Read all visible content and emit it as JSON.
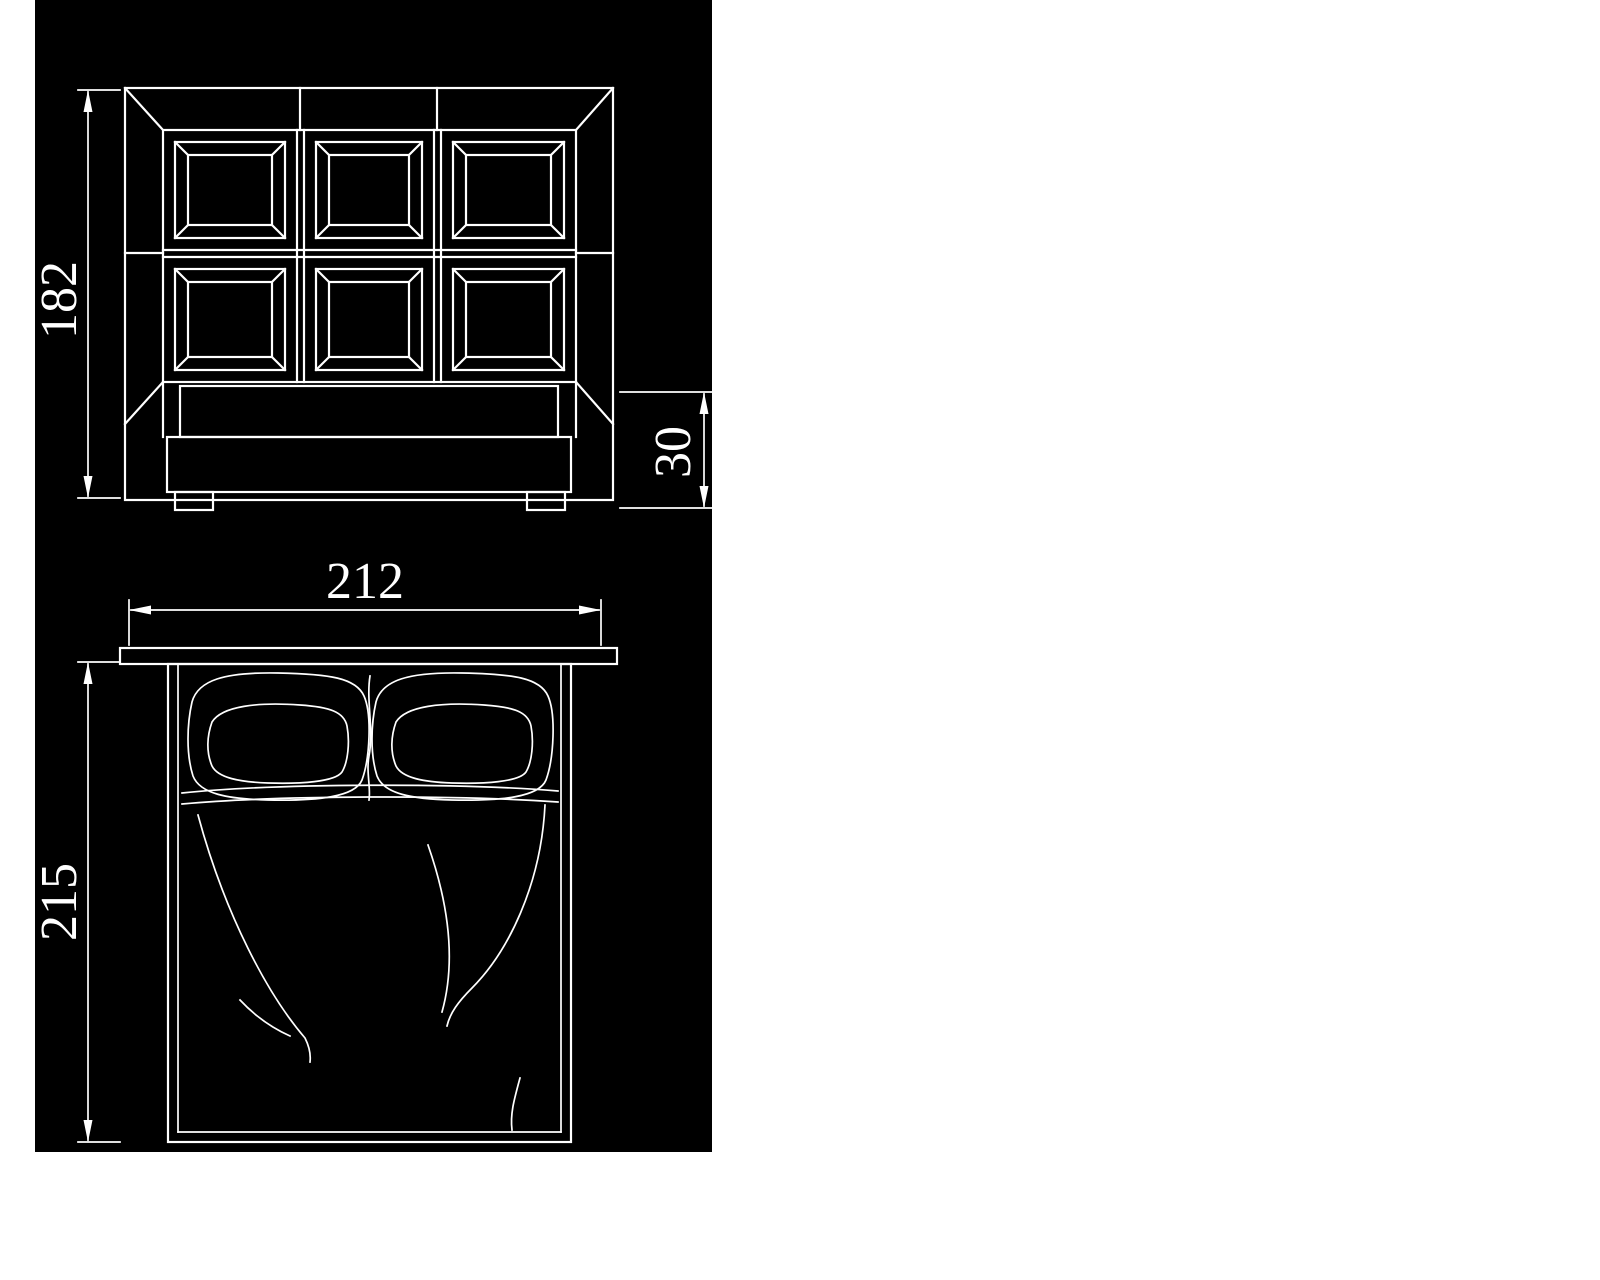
{
  "drawing": {
    "colors": {
      "canvas_background": "#000000",
      "line": "#ffffff",
      "page_background": "#ffffff"
    },
    "front_view": {
      "height_dim": "182",
      "base_height_dim": "30"
    },
    "plan_view": {
      "width_dim": "212",
      "depth_dim": "215"
    }
  }
}
